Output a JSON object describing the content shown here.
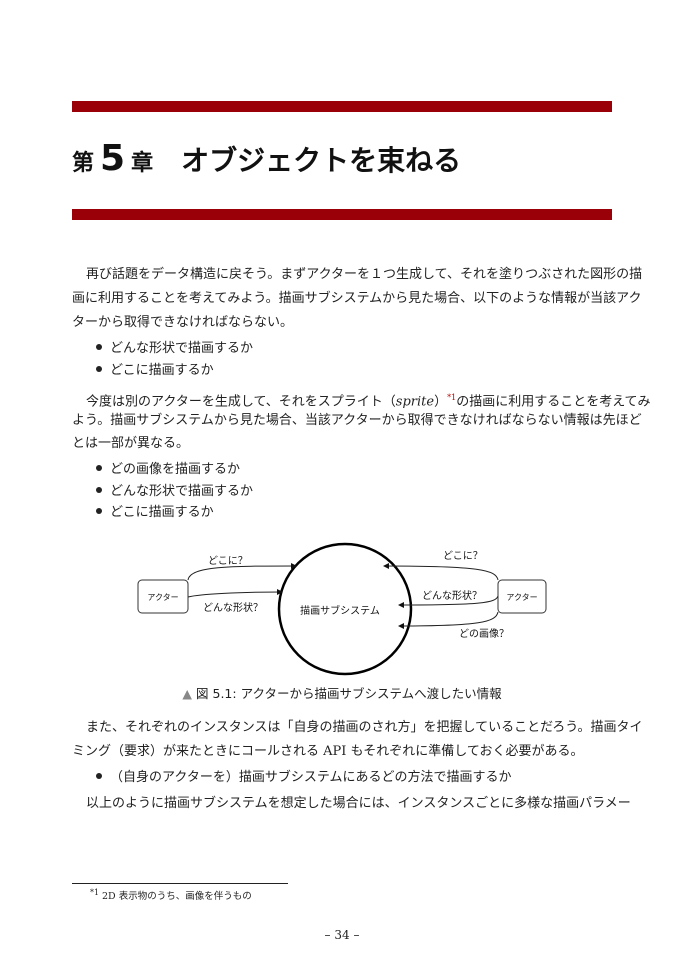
{
  "chapter": {
    "prefix": "第",
    "number": "5",
    "suffix": "章",
    "title": "オブジェクトを束ねる",
    "bar_color": "#9a0007"
  },
  "p1": [
    "再び話題をデータ構造に戻そう。まずアクターを１つ生成して、それを塗りつぶされた図形の描",
    "画に利用することを考えてみよう。描画サブシステムから見た場合、以下のような情報が当該アク",
    "ターから取得できなければならない。"
  ],
  "list1": [
    "どんな形状で描画するか",
    "どこに描画するか"
  ],
  "p2": {
    "l1a": "今度は別のアクターを生成して、それをスプライト（",
    "l1b": "sprite",
    "l1c": "）",
    "fn": "*1",
    "l1d": "の描画に利用することを考えてみ",
    "l2": "よう。描画サブシステムから見た場合、当該アクターから取得できなければならない情報は先ほど",
    "l3": "とは一部が異なる。"
  },
  "list2": [
    "どの画像を描画するか",
    "どんな形状で描画するか",
    "どこに描画するか"
  ],
  "figure": {
    "left_actor": "アクター",
    "right_actor": "アクター",
    "center": "描画サブシステム",
    "left_where": "どこに？",
    "left_shape": "どんな形状？",
    "right_where": "どこに？",
    "right_shape": "どんな形状？",
    "right_image": "どの画像？",
    "caption_marker": "▲",
    "caption": "図 5.1: アクターから描画サブシステムへ渡したい情報"
  },
  "p3": [
    "また、それぞれのインスタンスは「自身の描画のされ方」を把握していることだろう。描画タイ",
    "ミング（要求）が来たときにコールされる API もそれぞれに準備しておく必要がある。"
  ],
  "list3": [
    "（自身のアクターを）描画サブシステムにあるどの方法で描画するか"
  ],
  "p4": [
    "以上のように描画サブシステムを想定した場合には、インスタンスごとに多様な描画パラメー"
  ],
  "footnote": {
    "mark": "*1",
    "text": "2D 表示物のうち、画像を伴うもの"
  },
  "page_number": "– 34 –"
}
